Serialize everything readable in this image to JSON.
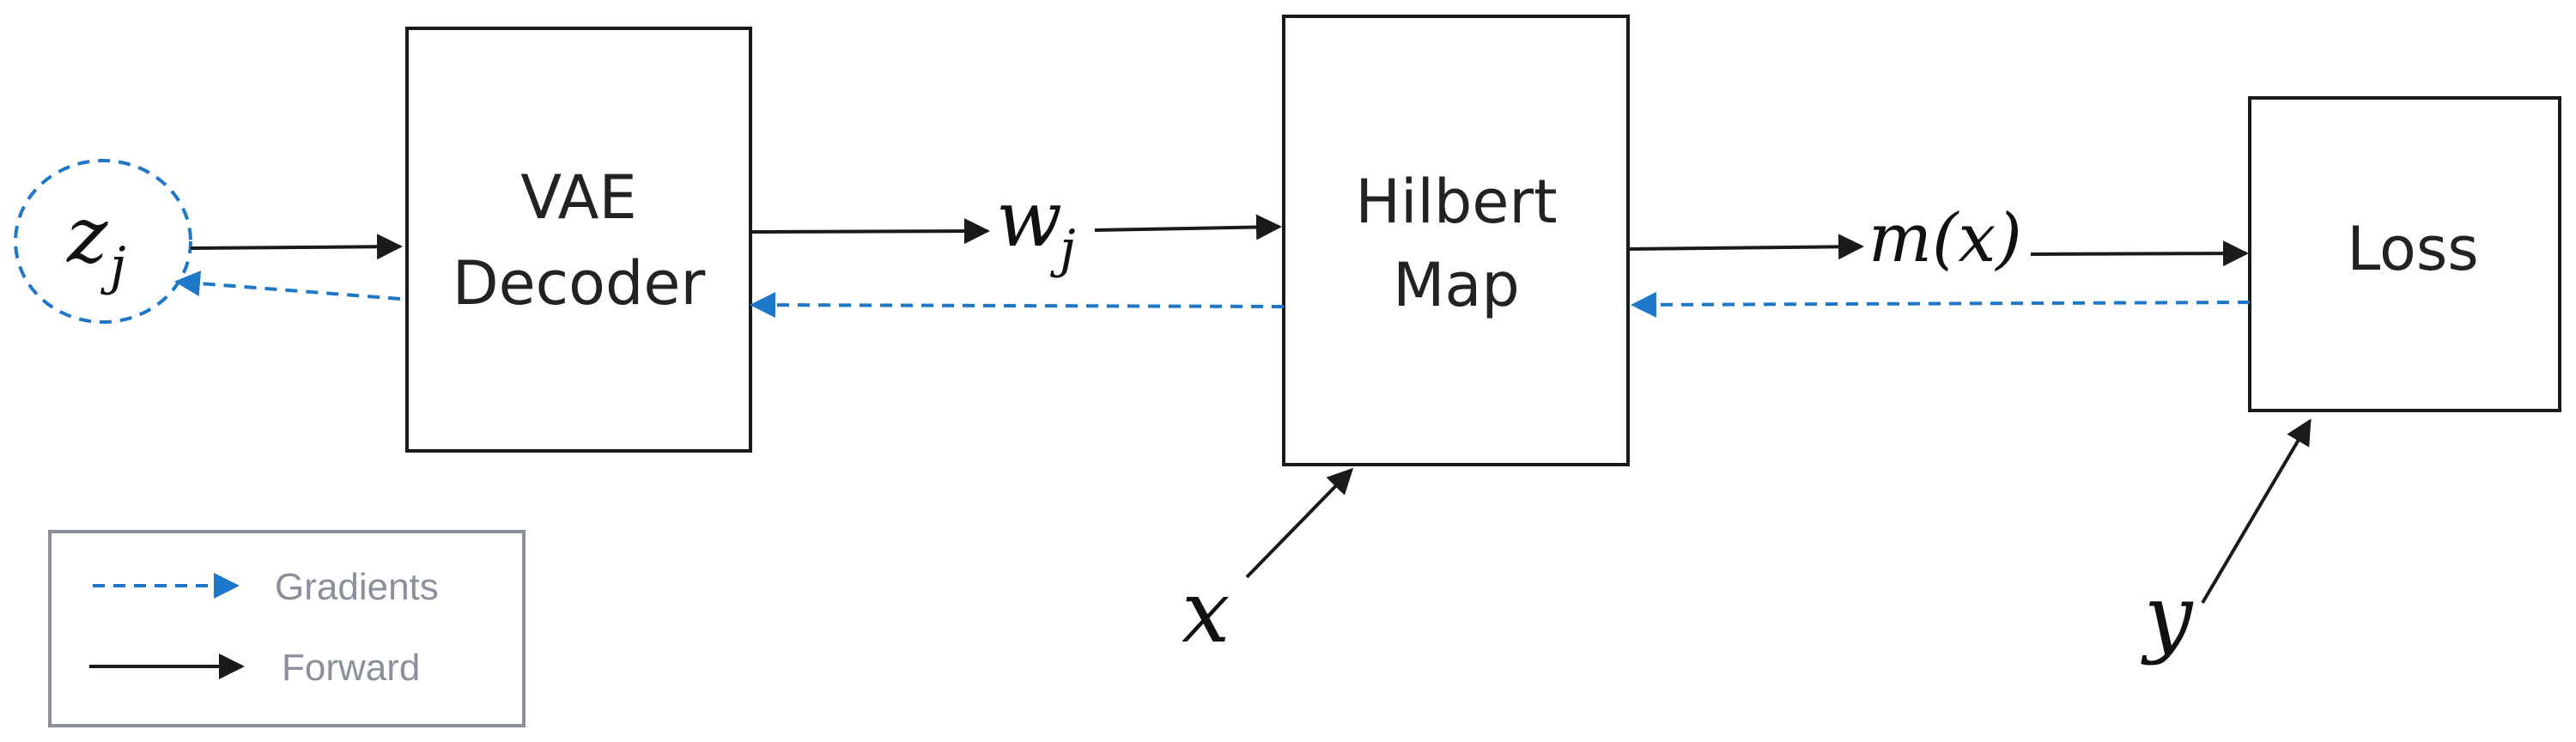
{
  "nodes": {
    "z": {
      "label_main": "z",
      "label_sub": "j"
    },
    "vae": {
      "line1": "VAE",
      "line2": "Decoder"
    },
    "hilbert": {
      "line1": "Hilbert",
      "line2": "Map"
    },
    "loss": {
      "label": "Loss"
    }
  },
  "edge_labels": {
    "w": {
      "main": "w",
      "sub": "j"
    },
    "m": "m(x)",
    "x": "x",
    "y": "y"
  },
  "legend": {
    "gradients": "Gradients",
    "forward": "Forward"
  },
  "colors": {
    "forward": "#1a1a1a",
    "gradient": "#1f77c9",
    "legend_border": "#8a8f99",
    "legend_text": "#8a8f99"
  }
}
